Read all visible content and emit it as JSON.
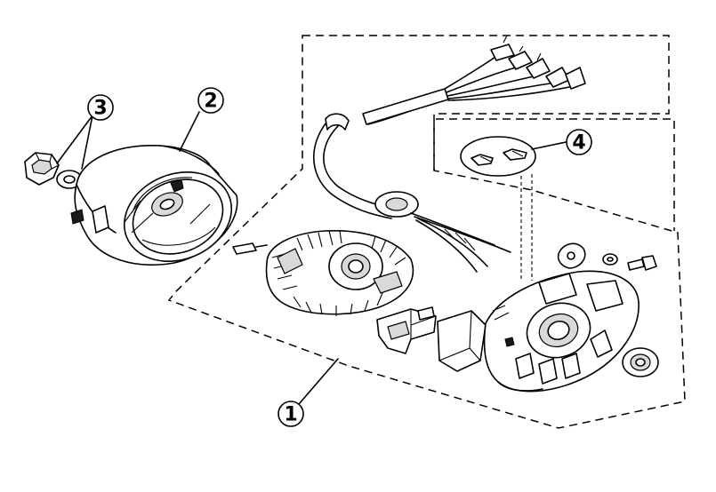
{
  "callouts": [
    {
      "id": "callout-1",
      "label": "1"
    },
    {
      "id": "callout-2",
      "label": "2"
    },
    {
      "id": "callout-3",
      "label": "3"
    },
    {
      "id": "callout-4",
      "label": "4"
    }
  ],
  "colors": {
    "line": "#000000",
    "background": "#ffffff",
    "shade": "#d9d9d9"
  }
}
